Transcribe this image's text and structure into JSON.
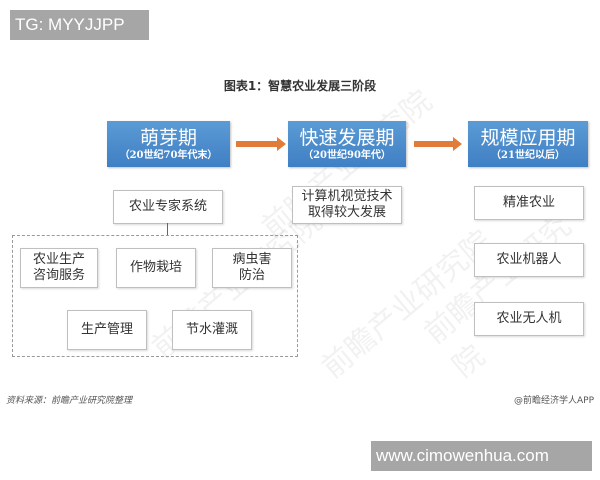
{
  "overlay_tags": {
    "top_left": "TG: MYYJJPP",
    "bottom_right": "www.cimowenhua.com"
  },
  "figure": {
    "title": "图表1：智慧农业发展三阶段",
    "phases": [
      {
        "name": "萌芽期",
        "period": "（20世纪70年代末）"
      },
      {
        "name": "快速发展期",
        "period": "（20世纪90年代）"
      },
      {
        "name": "规模应用期",
        "period": "（21世纪以后）"
      }
    ],
    "phase1": {
      "main": "农业专家系统",
      "items": [
        "农业生产\n咨询服务",
        "作物栽培",
        "病虫害\n防治",
        "生产管理",
        "节水灌溉"
      ]
    },
    "phase2": {
      "main": "计算机视觉技术\n取得较大发展"
    },
    "phase3": {
      "items": [
        "精准农业",
        "农业机器人",
        "农业无人机"
      ]
    },
    "colors": {
      "phase_blue": "#4a8ad0",
      "arrow_orange": "#e07b39"
    },
    "source": "资料来源：前瞻产业研究院整理",
    "credit": "@前瞻经济学人APP",
    "watermark": "前瞻产业研究院"
  }
}
